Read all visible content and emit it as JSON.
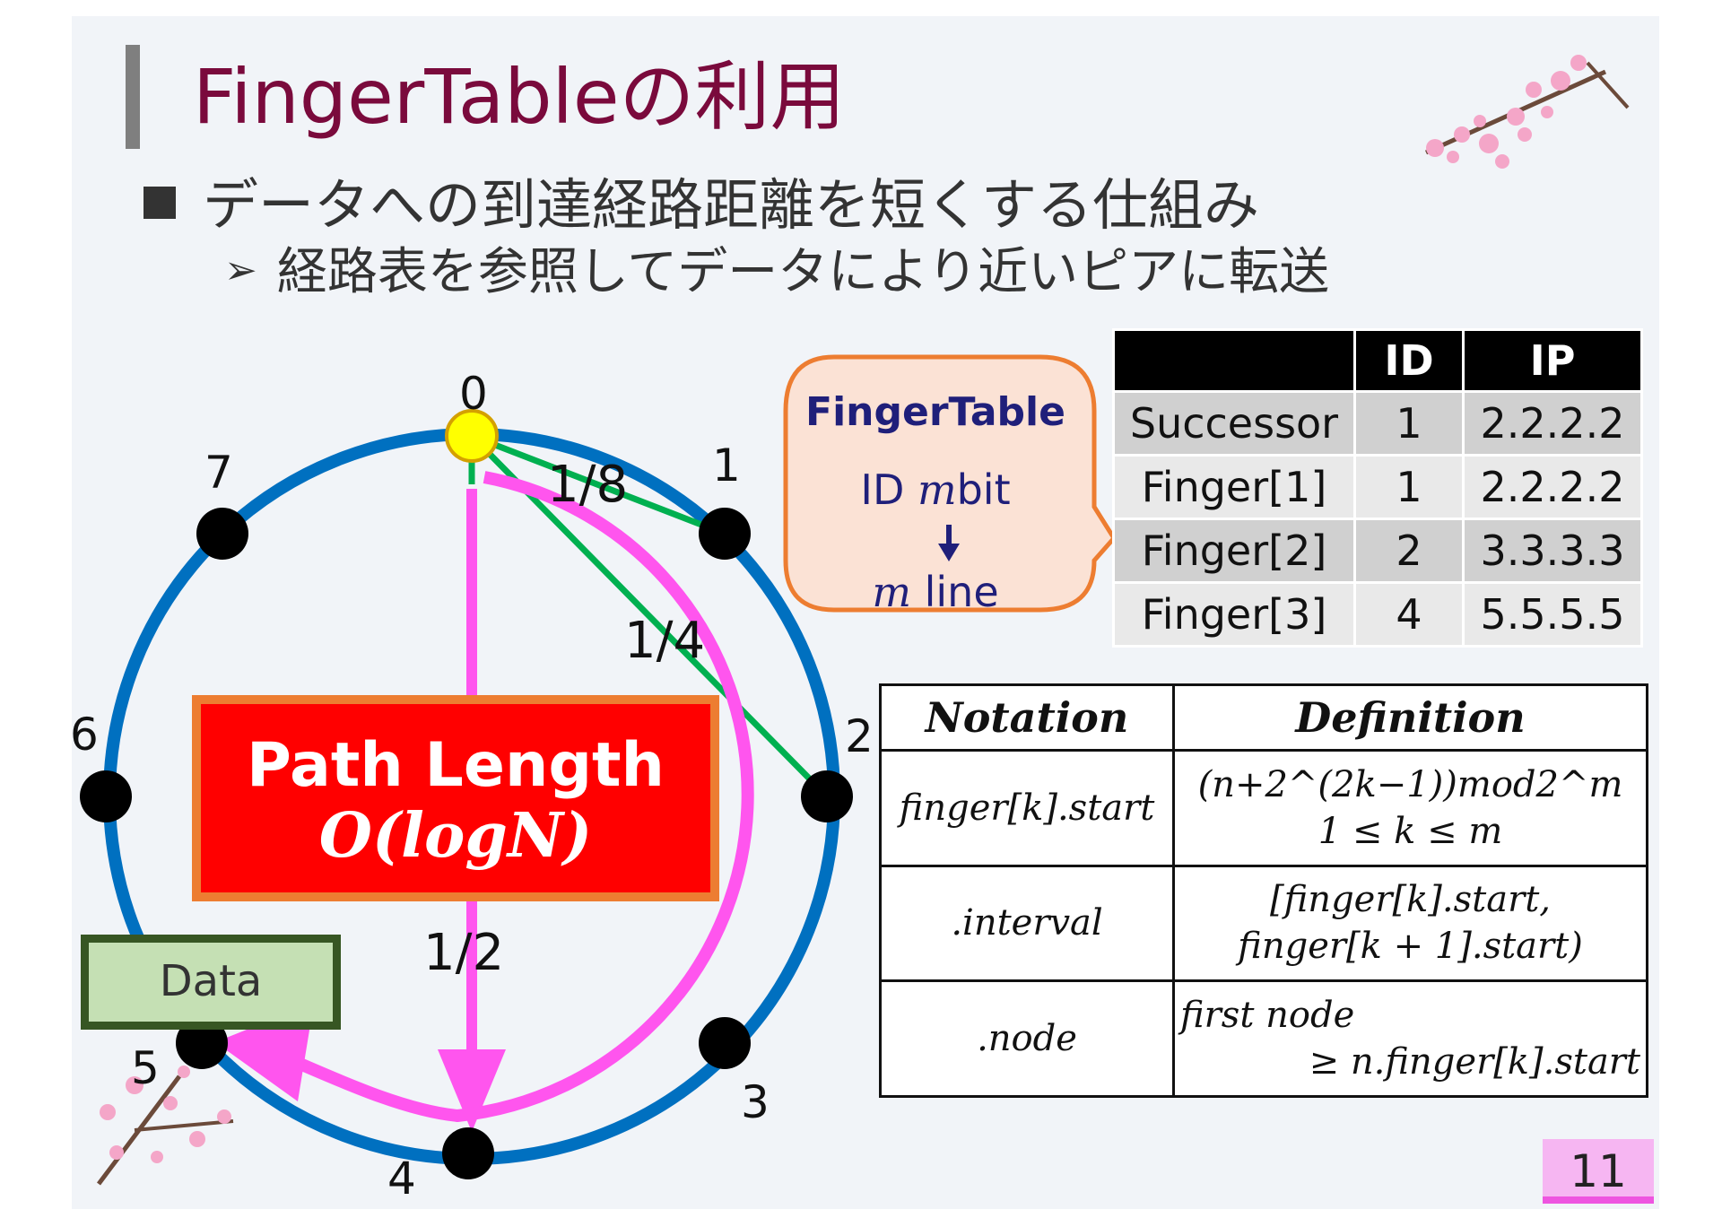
{
  "title": "FingerTableの利用",
  "bullet1": "データへの到達経路距離を短くする仕組み",
  "bullet2": "経路表を参照してデータにより近いピアに転送",
  "ring": {
    "node_labels": [
      "0",
      "1",
      "2",
      "3",
      "4",
      "5",
      "6",
      "7"
    ],
    "fractions": [
      "1/8",
      "1/4",
      "1/2"
    ]
  },
  "path_box": {
    "line1": "Path Length",
    "line2": "O(logN)"
  },
  "data_box": "Data",
  "callout": {
    "title": "FingerTable",
    "line1_prefix": "ID ",
    "line1_var": "m",
    "line1_suffix": "bit",
    "line2_var": "m",
    "line2_suffix": " line"
  },
  "finger_table": {
    "headers": [
      "",
      "ID",
      "IP"
    ],
    "rows": [
      [
        "Successor",
        "1",
        "2.2.2.2"
      ],
      [
        "Finger[1]",
        "1",
        "2.2.2.2"
      ],
      [
        "Finger[2]",
        "2",
        "3.3.3.3"
      ],
      [
        "Finger[3]",
        "4",
        "5.5.5.5"
      ]
    ]
  },
  "definition_table": {
    "headers": [
      "Notation",
      "Definition"
    ],
    "rows": [
      {
        "notation": "finger[k].start",
        "def_line1": "(n+2^(2k−1))mod2^m",
        "def_line2": "1 ≤ k ≤ m"
      },
      {
        "notation": ".interval",
        "def_line1": "[finger[k].start,",
        "def_line2": "finger[k + 1].start)"
      },
      {
        "notation": ".node",
        "def_line1": "first node",
        "def_line2": "≥ n.finger[k].start"
      }
    ]
  },
  "page_number": "11",
  "colors": {
    "title": "#7a0a3c",
    "ring": "#0070c0",
    "finger_line": "#00b050",
    "path": "#ff55ee",
    "path_box": "#ff0000",
    "node0": "#ffff00"
  }
}
